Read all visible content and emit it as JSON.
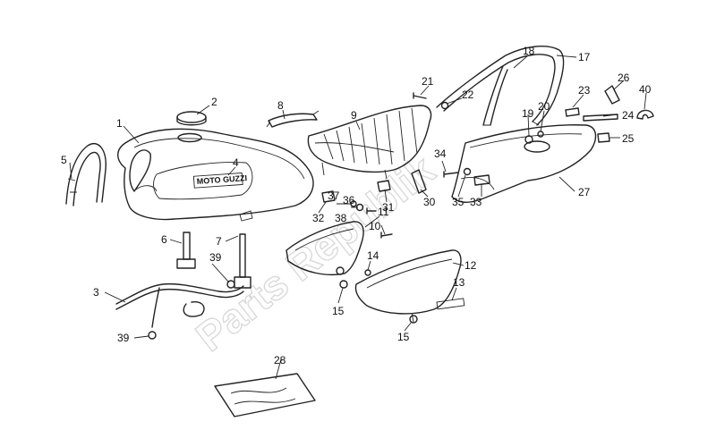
{
  "diagram": {
    "brand_on_tank": "MOTO GUZZI",
    "watermark": "Parts Republik",
    "callouts": {
      "c1": "1",
      "c2": "2",
      "c3": "3",
      "c4": "4",
      "c5": "5",
      "c6": "6",
      "c7": "7",
      "c8": "8",
      "c9": "9",
      "c10": "10",
      "c11": "11",
      "c12": "12",
      "c13": "13",
      "c14": "14",
      "c15a": "15",
      "c15b": "15",
      "c17": "17",
      "c18": "18",
      "c19": "19",
      "c20": "20",
      "c21": "21",
      "c22": "22",
      "c23": "23",
      "c24": "24",
      "c25": "25",
      "c26": "26",
      "c27": "27",
      "c28": "28",
      "c30": "30",
      "c31": "31",
      "c32": "32",
      "c33": "33",
      "c34": "34",
      "c35": "35",
      "c36": "36",
      "c37": "37",
      "c38": "38",
      "c39a": "39",
      "c39b": "39",
      "c40": "40"
    }
  }
}
